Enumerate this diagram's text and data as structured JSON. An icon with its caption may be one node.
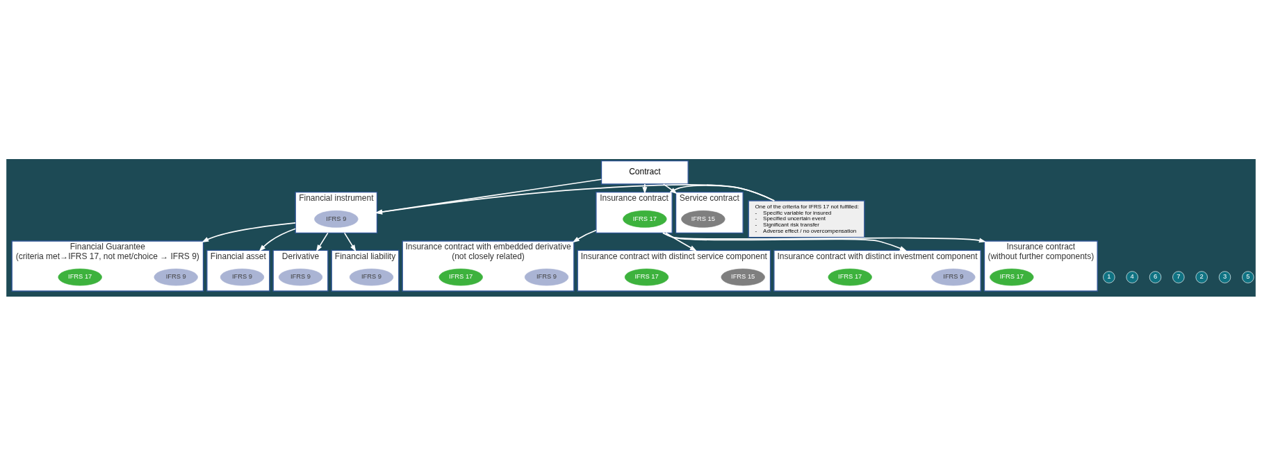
{
  "diagram": {
    "nodes": [
      {
        "text": [
          "Contract"
        ]
      },
      {
        "text": [
          "Financial instrument"
        ]
      },
      {
        "text": [
          "IFRS 9"
        ],
        "in": 1
      },
      {
        "text": [
          "One of the criteria for IFRS 17 not fulfilled:",
          "-    Specific variable for insured",
          "-    Specified uncertain event",
          "-    Significant risk transfer",
          "-    Adverse effect / no overcompensation"
        ]
      },
      {
        "text": [
          "Insurance contract"
        ]
      },
      {
        "text": [
          "IFRS 17"
        ],
        "in": 4
      },
      {
        "text": [
          "Service contract"
        ]
      },
      {
        "text": [
          "IFRS 15"
        ],
        "in": 6
      },
      {
        "text": [
          "1"
        ]
      },
      {
        "text": [
          "Financial Guarantee",
          "(criteria met→IFRS 17, not met/choice → IFRS 9)"
        ]
      },
      {
        "text": [
          "IFRS 9"
        ],
        "in": 9
      },
      {
        "text": [
          "IFRS 17"
        ],
        "in": 9
      },
      {
        "text": [
          "4"
        ]
      },
      {
        "text": [
          "Financial asset"
        ]
      },
      {
        "text": [
          "IFRS 9"
        ],
        "in": 13
      },
      {
        "text": [
          "6"
        ]
      },
      {
        "text": [
          "Insurance contract with embedded derivative",
          "(not closely related)"
        ]
      },
      {
        "text": [
          "IFRS 9"
        ],
        "in": 16
      },
      {
        "text": [
          "IFRS 17"
        ],
        "in": 16
      },
      {
        "text": [
          "7"
        ]
      },
      {
        "text": [
          "Insurance contract with distinct service component"
        ]
      },
      {
        "text": [
          "IFRS 15"
        ],
        "in": 20
      },
      {
        "text": [
          "IFRS 17"
        ],
        "in": 20
      },
      {
        "text": [
          "2"
        ]
      },
      {
        "text": [
          "Derivative"
        ]
      },
      {
        "text": [
          "IFRS 9"
        ],
        "in": 24
      },
      {
        "text": [
          "3"
        ]
      },
      {
        "text": [
          "Financial liability"
        ]
      },
      {
        "text": [
          "IFRS 9"
        ],
        "in": 27
      },
      {
        "text": [
          "5"
        ]
      },
      {
        "text": [
          "Insurance contract with distinct investment component"
        ]
      },
      {
        "text": [
          "IFRS 9"
        ],
        "in": 30
      },
      {
        "text": [
          "IFRS 17"
        ],
        "in": 30
      },
      {
        "text": [
          "Insurance contract",
          "(without further components)"
        ]
      },
      {
        "text": [
          "IFRS 17"
        ],
        "in": 33
      }
    ],
    "edges": [
      {
        "from": 0,
        "to": 1,
        "arrow": "to"
      },
      {
        "from": 0,
        "to": 4,
        "arrow": "to"
      },
      {
        "from": 0,
        "to": 6,
        "arrow": "to"
      },
      {
        "from": 4,
        "to": 3,
        "arrow": "none"
      },
      {
        "from": 3,
        "to": 1,
        "arrow": "to"
      },
      {
        "from": 1,
        "to": 9,
        "arrow": "to"
      },
      {
        "from": 1,
        "to": 13,
        "arrow": "to"
      },
      {
        "from": 1,
        "to": 24,
        "arrow": "to"
      },
      {
        "from": 1,
        "to": 27,
        "arrow": "to"
      },
      {
        "from": 4,
        "to": 16,
        "arrow": "to"
      },
      {
        "from": 4,
        "to": 20,
        "arrow": "to"
      },
      {
        "from": 4,
        "to": 30,
        "arrow": "to"
      },
      {
        "from": 4,
        "to": 33,
        "arrow": "to"
      }
    ]
  }
}
